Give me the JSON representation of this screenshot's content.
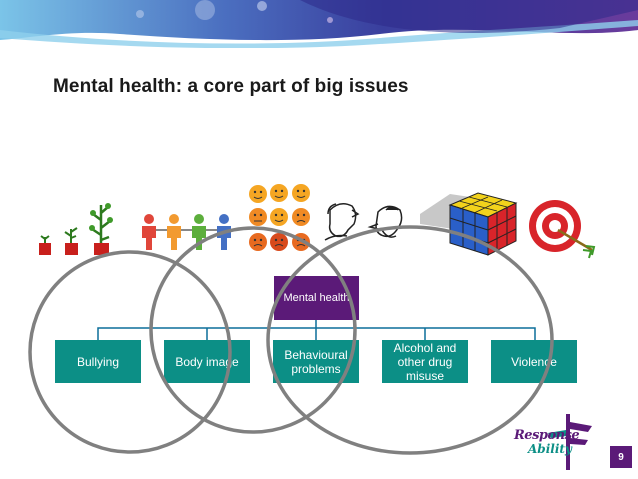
{
  "slide": {
    "title": "Mental health: a core part of big issues",
    "page_number": "9"
  },
  "org_chart": {
    "root": "Mental health",
    "children": [
      "Bullying",
      "Body image",
      "Behavioural problems",
      "Alcohol and other drug misuse",
      "Violence"
    ]
  },
  "logo": {
    "line1": "Response",
    "line2": "Ability"
  },
  "icons": [
    "growing-plants-icon",
    "people-chain-icon",
    "emotion-faces-icon",
    "argument-faces-icon",
    "rubiks-cube-icon",
    "target-arrow-icon",
    "signpost-icon"
  ],
  "colors": {
    "root_box": "#5b1a78",
    "child_box": "#0c8f86",
    "connector": "#0c6f9a",
    "venn_circles": "#808080",
    "page_badge": "#5b1a78"
  }
}
